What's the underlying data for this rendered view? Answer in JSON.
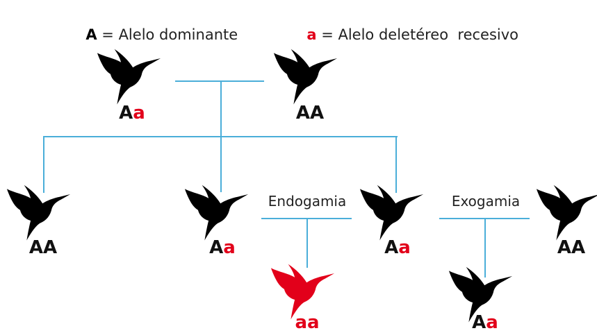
{
  "legend": {
    "dominant_symbol": "A",
    "dominant_text": " = Alelo dominante",
    "recessive_symbol": "a",
    "recessive_text": " = Alelo deletéreo  recesivo"
  },
  "labels": {
    "inbreeding": "Endogamia",
    "outbreeding": "Exogamia"
  },
  "birds": [
    {
      "id": "parent-1",
      "allele1": "A",
      "allele2": "a",
      "allele2_recessive": true,
      "color": "#000000"
    },
    {
      "id": "parent-2",
      "allele1": "A",
      "allele2": "A",
      "allele2_recessive": false,
      "color": "#000000"
    },
    {
      "id": "child-1",
      "allele1": "A",
      "allele2": "A",
      "allele2_recessive": false,
      "color": "#000000"
    },
    {
      "id": "child-2",
      "allele1": "A",
      "allele2": "a",
      "allele2_recessive": true,
      "color": "#000000"
    },
    {
      "id": "child-3",
      "allele1": "A",
      "allele2": "a",
      "allele2_recessive": true,
      "color": "#000000"
    },
    {
      "id": "outsider",
      "allele1": "A",
      "allele2": "A",
      "allele2_recessive": false,
      "color": "#000000"
    },
    {
      "id": "inbred-offspring",
      "allele1": "a",
      "allele2": "a",
      "allele2_recessive": true,
      "allele1_recessive": true,
      "color": "#e2001a"
    },
    {
      "id": "outbred-offspring",
      "allele1": "A",
      "allele2": "a",
      "allele2_recessive": true,
      "color": "#000000"
    }
  ],
  "colors": {
    "line": "#4aaed9",
    "recessive": "#e2001a",
    "bird": "#000000"
  }
}
